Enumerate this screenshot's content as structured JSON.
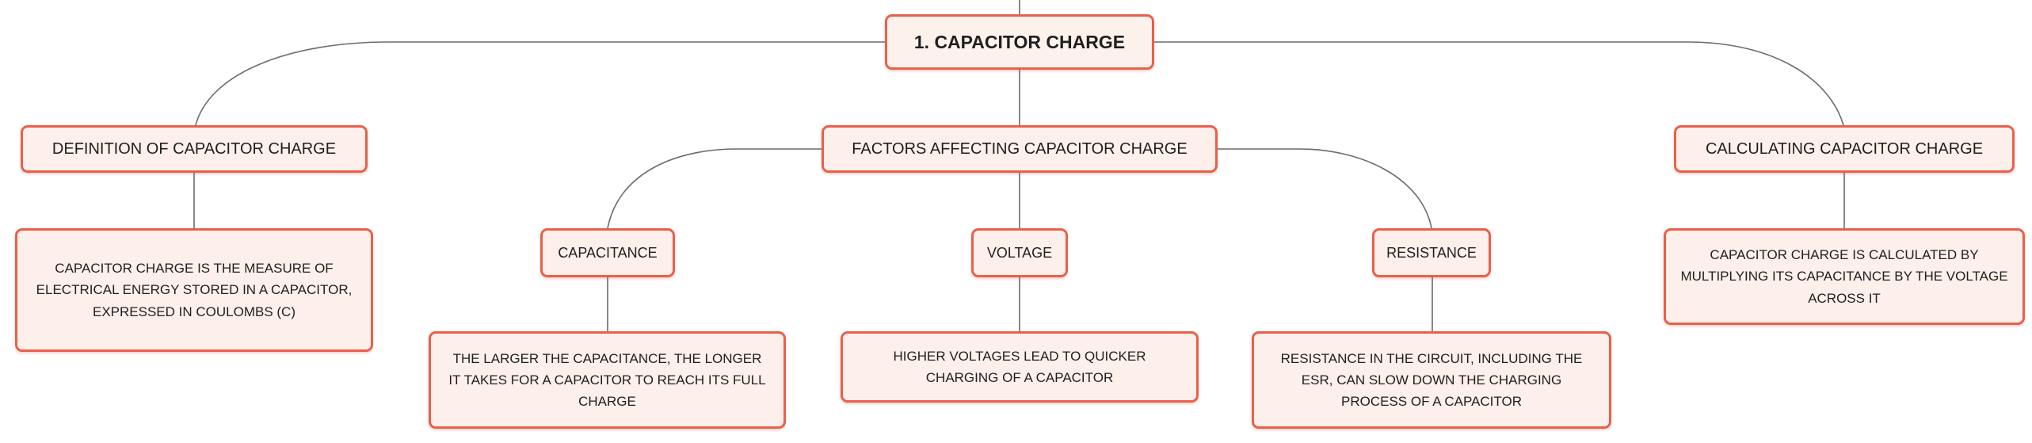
{
  "accent_color": "#e8604b",
  "node_fill": "#fdefea",
  "connector_color": "#6b6b6b",
  "root": {
    "label": "1. CAPACITOR CHARGE"
  },
  "branches": [
    {
      "label": "DEFINITION OF CAPACITOR CHARGE",
      "leaf": "CAPACITOR CHARGE IS THE MEASURE OF ELECTRICAL ENERGY STORED IN A CAPACITOR, EXPRESSED IN COULOMBS (C)"
    },
    {
      "label": "FACTORS AFFECTING CAPACITOR CHARGE",
      "children": [
        {
          "label": "CAPACITANCE",
          "leaf": "THE LARGER THE CAPACITANCE, THE LONGER IT TAKES FOR A CAPACITOR TO REACH ITS FULL CHARGE"
        },
        {
          "label": "VOLTAGE",
          "leaf": "HIGHER VOLTAGES LEAD TO QUICKER CHARGING OF A CAPACITOR"
        },
        {
          "label": "RESISTANCE",
          "leaf": "RESISTANCE IN THE CIRCUIT, INCLUDING THE ESR, CAN SLOW DOWN THE CHARGING PROCESS OF A CAPACITOR"
        }
      ]
    },
    {
      "label": "CALCULATING CAPACITOR CHARGE",
      "leaf": "CAPACITOR CHARGE IS CALCULATED BY MULTIPLYING ITS CAPACITANCE BY THE VOLTAGE ACROSS IT"
    }
  ]
}
